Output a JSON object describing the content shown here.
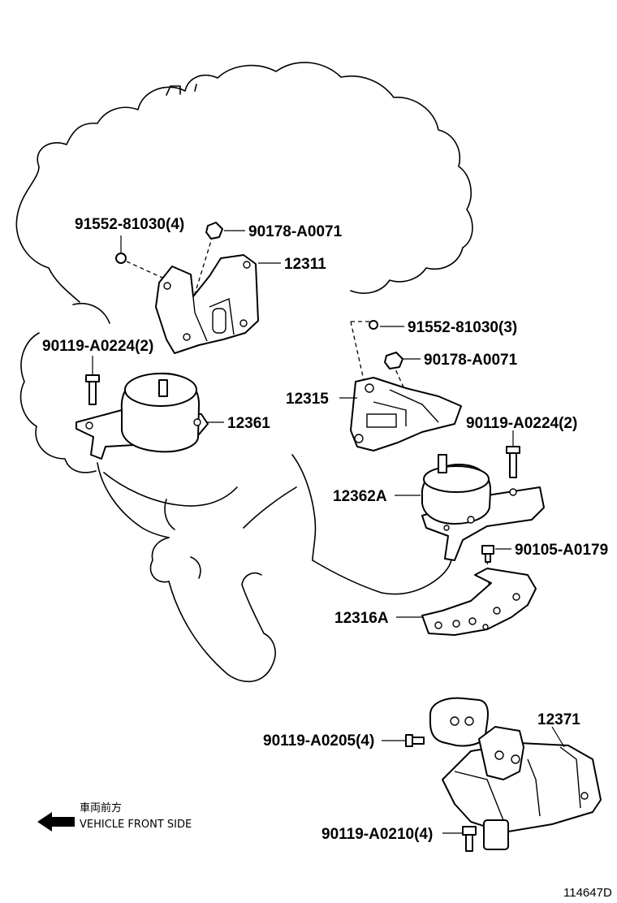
{
  "diagram_id": "114647D",
  "direction": {
    "japanese": "車両前方",
    "english": "VEHICLE FRONT SIDE",
    "icon": "arrow-left-icon"
  },
  "callouts": {
    "c1": "91552-81030(4)",
    "c2": "90178-A0071",
    "c3": "12311",
    "c4": "90119-A0224(2)",
    "c5": "12361",
    "c6": "91552-81030(3)",
    "c7": "90178-A0071",
    "c8": "12315",
    "c9": "90119-A0224(2)",
    "c10": "12362A",
    "c11": "90105-A0179",
    "c12": "12316A",
    "c13": "12371",
    "c14": "90119-A0205(4)",
    "c15": "90119-A0210(4)"
  }
}
